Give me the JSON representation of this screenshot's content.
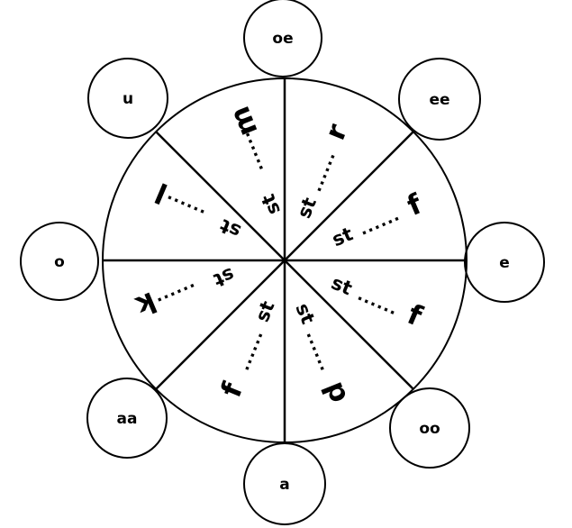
{
  "vowels": [
    {
      "label": "oe"
    },
    {
      "label": "ee"
    },
    {
      "label": "e"
    },
    {
      "label": "oo"
    },
    {
      "label": "a"
    },
    {
      "label": "aa"
    },
    {
      "label": "o"
    },
    {
      "label": "u"
    }
  ],
  "segments": [
    {
      "prefix": "st",
      "dots": "......",
      "final": "r"
    },
    {
      "prefix": "st",
      "dots": "......",
      "final": "f"
    },
    {
      "prefix": "st",
      "dots": "......",
      "final": "f"
    },
    {
      "prefix": "st",
      "dots": "......",
      "final": "p"
    },
    {
      "prefix": "st",
      "dots": "......",
      "final": "f"
    },
    {
      "prefix": "st",
      "dots": "......",
      "final": "k"
    },
    {
      "prefix": "st",
      "dots": "......",
      "final": "l"
    },
    {
      "prefix": "st",
      "dots": "......",
      "final": "m"
    }
  ]
}
